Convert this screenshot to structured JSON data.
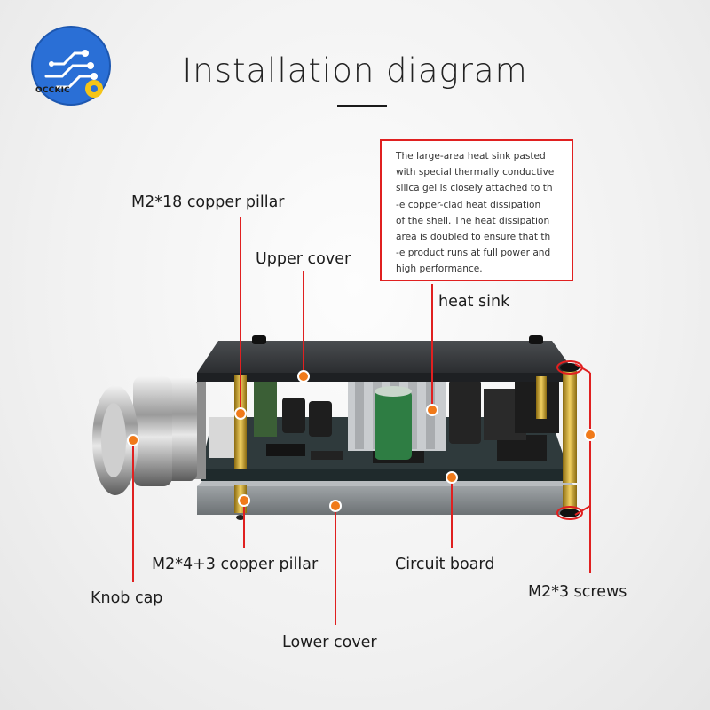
{
  "header": {
    "title": "Installation diagram",
    "brand": "OCCKIC"
  },
  "callout": {
    "text": "The large-area heat sink pasted\nwith special thermally conductive\nsilica gel is closely attached to th\n-e copper-clad heat dissipation\nof the shell. The heat dissipation\narea is doubled to ensure that th\n-e product runs at full power and\nhigh performance."
  },
  "labels": {
    "copper_pillar_18": "M2*18 copper pillar",
    "upper_cover": "Upper cover",
    "heat_sink": "heat sink",
    "copper_pillar_4_3": "M2*4+3 copper pillar",
    "circuit_board": "Circuit board",
    "screws": "M2*3 screws",
    "knob_cap": "Knob cap",
    "lower_cover": "Lower cover"
  },
  "colors": {
    "leader_line": "#e02020",
    "dot": "#f07a1a",
    "brand_blue": "#2a6fd6"
  }
}
